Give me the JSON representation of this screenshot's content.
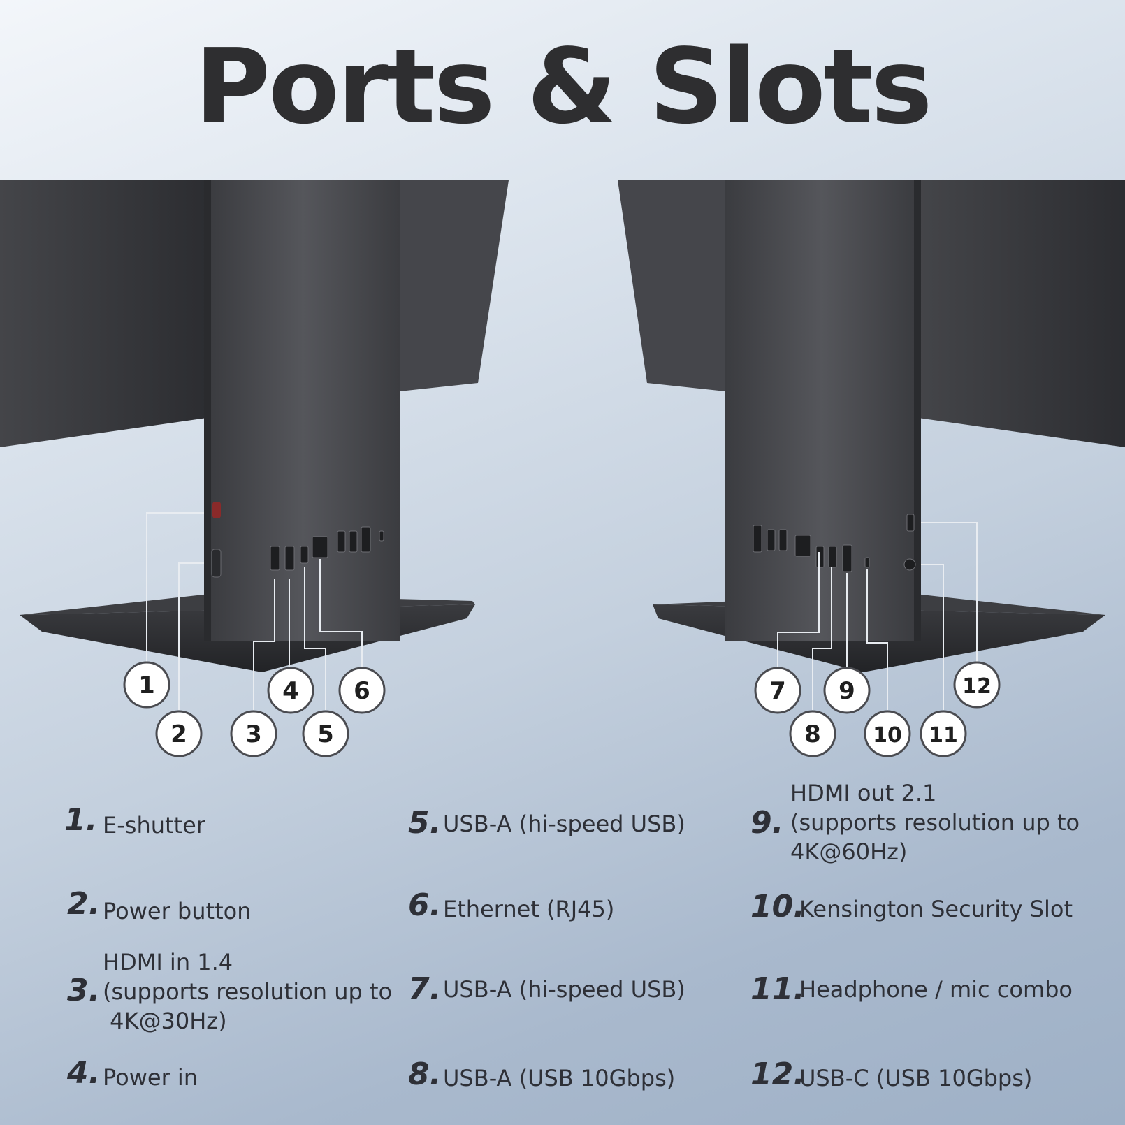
{
  "title": "Ports & Slots",
  "callouts": [
    "1",
    "2",
    "3",
    "4",
    "5",
    "6",
    "7",
    "8",
    "9",
    "10",
    "11",
    "12"
  ],
  "legend": [
    {
      "num": "1.",
      "lines": [
        "E-shutter"
      ]
    },
    {
      "num": "2.",
      "lines": [
        "Power button"
      ]
    },
    {
      "num": "3.",
      "lines": [
        "HDMI in 1.4",
        "(supports resolution up to",
        " 4K@30Hz)"
      ]
    },
    {
      "num": "4.",
      "lines": [
        "Power in"
      ]
    },
    {
      "num": "5.",
      "lines": [
        "USB-A (hi-speed USB)"
      ]
    },
    {
      "num": "6.",
      "lines": [
        "Ethernet (RJ45)"
      ]
    },
    {
      "num": "7.",
      "lines": [
        "USB-A (hi-speed USB)"
      ]
    },
    {
      "num": "8.",
      "lines": [
        "USB-A (USB 10Gbps)"
      ]
    },
    {
      "num": "9.",
      "lines": [
        "HDMI out 2.1",
        "(supports resolution up to",
        "4K@60Hz)"
      ]
    },
    {
      "num": "10.",
      "lines": [
        "Kensington Security Slot"
      ]
    },
    {
      "num": "11.",
      "lines": [
        "Headphone / mic combo"
      ]
    },
    {
      "num": "12.",
      "lines": [
        "USB-C (USB 10Gbps)"
      ]
    }
  ],
  "colors": {
    "monitor_body": "#3c3d41",
    "stand": "#4a4b50",
    "base": "#2f3034",
    "text": "#2e3037",
    "callout_line": "#e8ecf1"
  }
}
